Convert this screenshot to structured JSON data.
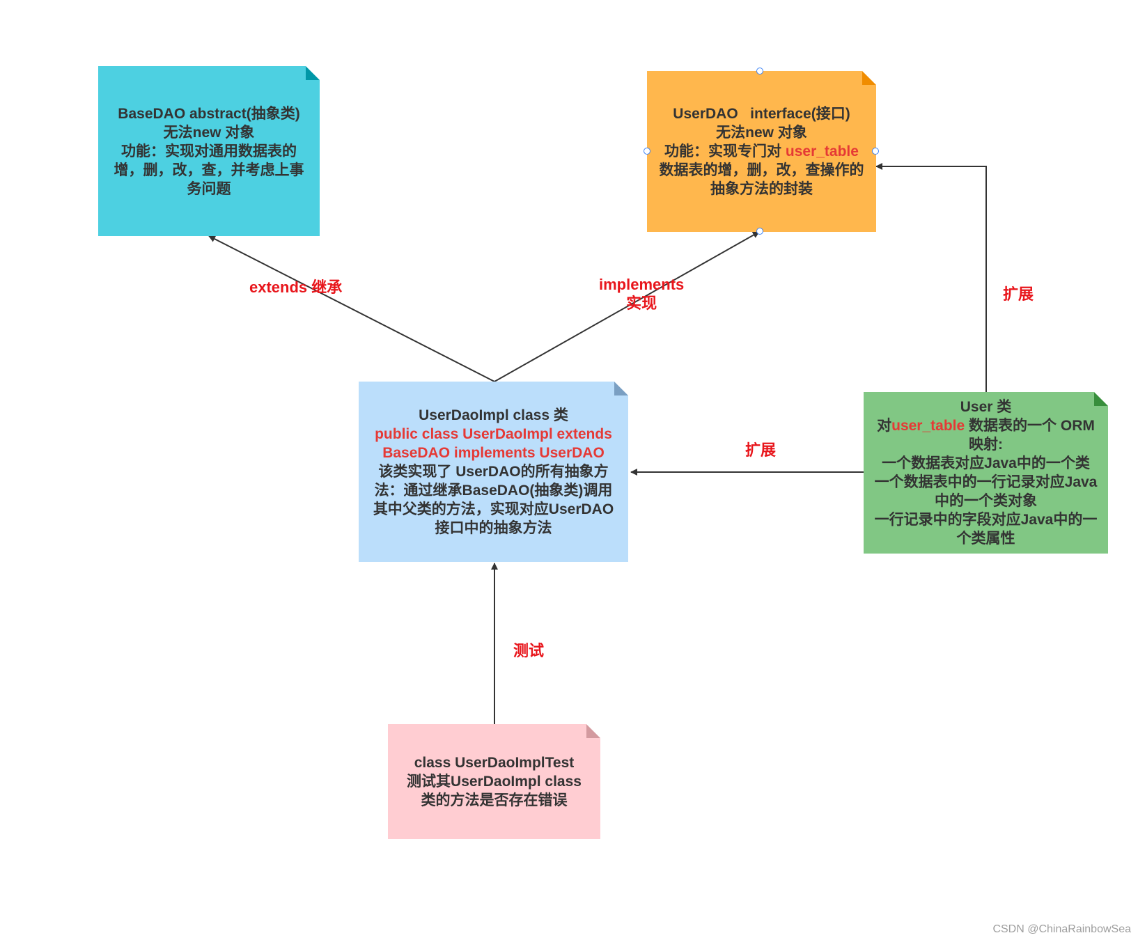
{
  "colors": {
    "basedao": "#4dd0e1",
    "basedao_fold": "#0097a7",
    "userdao": "#ffb74d",
    "userdao_fold": "#f08c00",
    "impl": "#bbdefb",
    "impl_fold": "#7a9fc2",
    "user": "#81c784",
    "user_fold": "#388e3c",
    "test": "#ffcdd2",
    "test_fold": "#d39a9f",
    "edge": "#333333",
    "label": "#e8151b",
    "highlight": "#e53935"
  },
  "nodes": {
    "basedao": {
      "line1": "BaseDAO abstract(抽象类)",
      "line2": "无法new 对象",
      "line3": "功能：实现对通用数据表的",
      "line4": "增，删，改，查，并考虑上事",
      "line5": "务问题"
    },
    "userdao": {
      "line1": "UserDAO   interface(接口)",
      "line2": "无法new 对象",
      "line3_pre": "功能：实现专门对 ",
      "line3_hl": "user_table",
      "line4": "数据表的增，删，改，查操作的",
      "line5": "抽象方法的封装"
    },
    "impl": {
      "line1": "UserDaoImpl class 类",
      "line2": "public class UserDaoImpl extends",
      "line3": "BaseDAO implements UserDAO",
      "line4": "该类实现了 UserDAO的所有抽象方",
      "line5": "法：通过继承BaseDAO(抽象类)调用",
      "line6": "其中父类的方法，实现对应UserDAO",
      "line7": "接口中的抽象方法"
    },
    "user": {
      "line1": "User 类",
      "line2_pre": "对",
      "line2_hl": "user_table",
      "line2_post": " 数据表的一个 ORM",
      "line3": "映射:",
      "line4": "一个数据表对应Java中的一个类",
      "line5": "一个数据表中的一行记录对应Java",
      "line6": "中的一个类对象",
      "line7": "一行记录中的字段对应Java中的一",
      "line8": "个类属性"
    },
    "test": {
      "line1": "class UserDaoImplTest",
      "line2": "测试其UserDaoImpl class",
      "line3": "类的方法是否存在错误"
    }
  },
  "edges": {
    "extends": "extends 继承",
    "implements_1": "implements",
    "implements_2": "实现",
    "extend_up": "扩展",
    "extend_left": "扩展",
    "test": "测试"
  },
  "watermark": "CSDN @ChinaRainbowSea"
}
